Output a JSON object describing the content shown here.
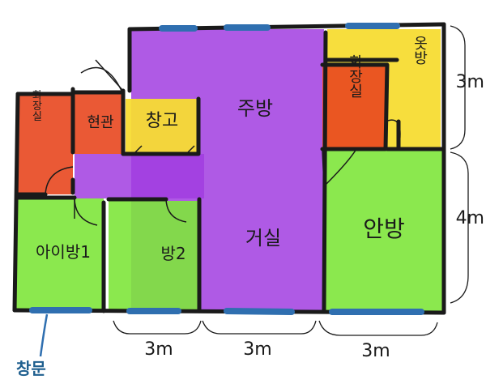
{
  "rooms": {
    "bathroom_left": "화장실",
    "entrance": "현관",
    "storage": "창고",
    "kitchen": "주방",
    "living": "거실",
    "dressroom": "옷방",
    "bathroom_right": "화장실",
    "master": "안방",
    "kids_room": "아이방1",
    "room2": "방2"
  },
  "dimensions": {
    "bottom_left": "3m",
    "bottom_mid": "3m",
    "bottom_right": "3m",
    "right_top": "3m",
    "right_bottom": "4m"
  },
  "window_label": "창문",
  "colors": {
    "wall": "#1a1a1a",
    "purple": "#a13de0",
    "green": "#7ee63b",
    "red": "#e8471f",
    "yellow": "#f7dc33",
    "window": "#2f6fb0"
  }
}
